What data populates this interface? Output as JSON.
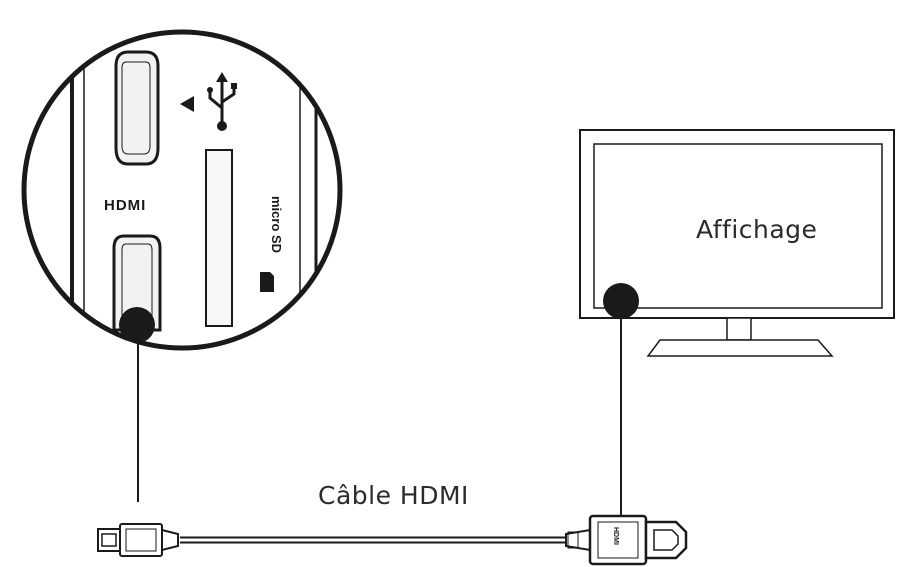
{
  "diagram": {
    "device_zoom": {
      "hdmi_port_label": "HDMI",
      "usb_icon": "usb-icon",
      "sd_slot_label": "micro SD",
      "sd_card_icon": "sd-card-icon"
    },
    "display": {
      "label": "Affichage"
    },
    "cable": {
      "label": "Câble HDMI",
      "plug_label": "HDMI"
    },
    "colors": {
      "line": "#1a1a1a",
      "fill_light": "#f2f2f2",
      "dot": "#1a1a1a",
      "text": "#2b2b2b"
    }
  }
}
